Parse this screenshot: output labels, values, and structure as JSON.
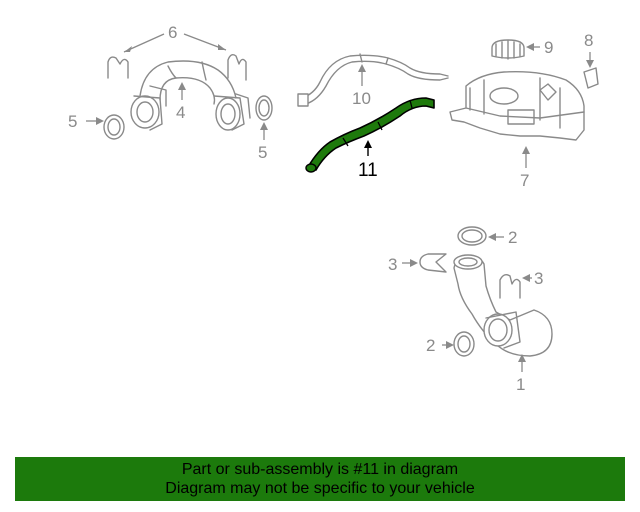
{
  "callouts": {
    "c6": "6",
    "c4": "4",
    "c5a": "5",
    "c5b": "5",
    "c10": "10",
    "c9": "9",
    "c8": "8",
    "c7": "7",
    "c11": "11",
    "c2a": "2",
    "c3a": "3",
    "c3b": "3",
    "c2b": "2",
    "c1": "1"
  },
  "highlight_part": "11",
  "colors": {
    "highlight_fill": "#1e7a0c",
    "footer_bg": "#1c7a0c",
    "line": "#8a8a8a"
  },
  "footer": {
    "line1": "Part or sub-assembly is #11 in diagram",
    "line2": "Diagram may not be specific to your vehicle"
  }
}
